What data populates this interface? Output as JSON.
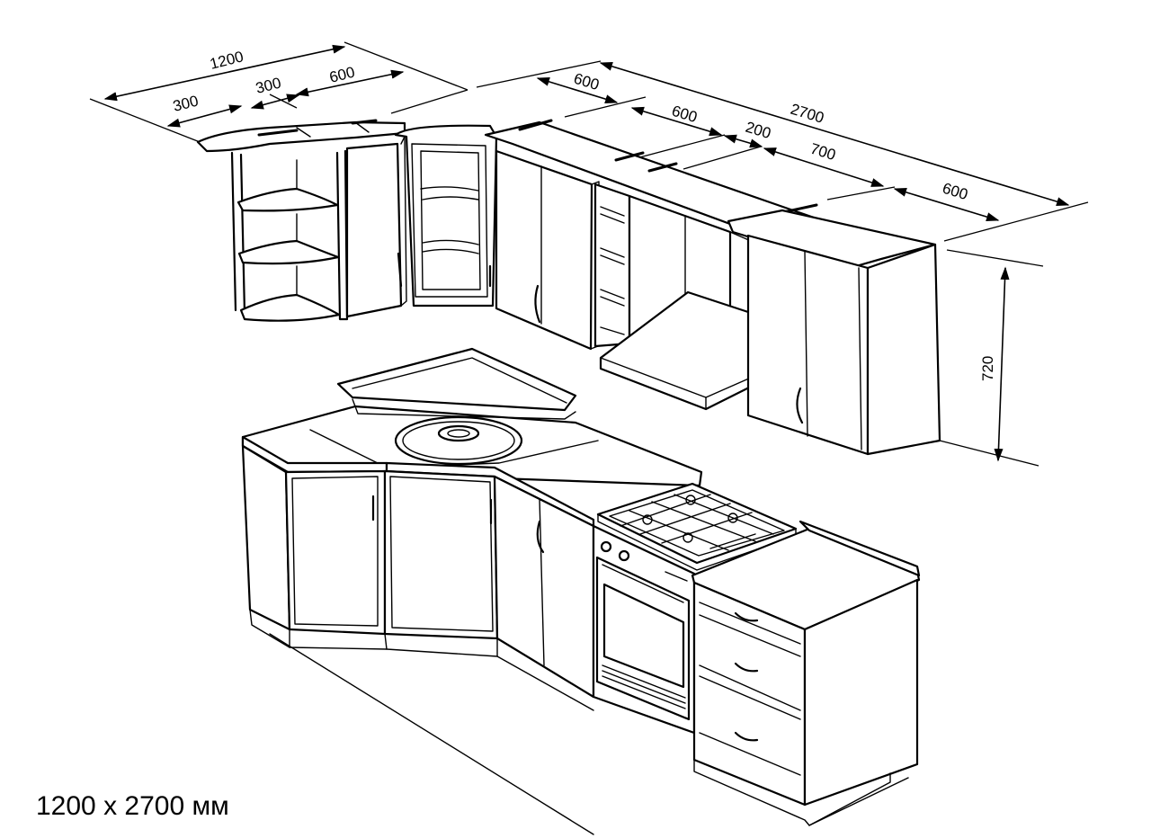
{
  "caption": "1200 x 2700 мм",
  "dimensions": {
    "left_total": "1200",
    "left_seg_1": "300",
    "left_seg_2": "300",
    "left_seg_3": "600",
    "right_total": "2700",
    "right_seg_1": "600",
    "right_seg_2": "600",
    "right_seg_3": "200",
    "right_seg_4": "700",
    "right_seg_5": "600",
    "upper_height": "720"
  },
  "colors": {
    "line": "#000000",
    "background": "#ffffff"
  }
}
